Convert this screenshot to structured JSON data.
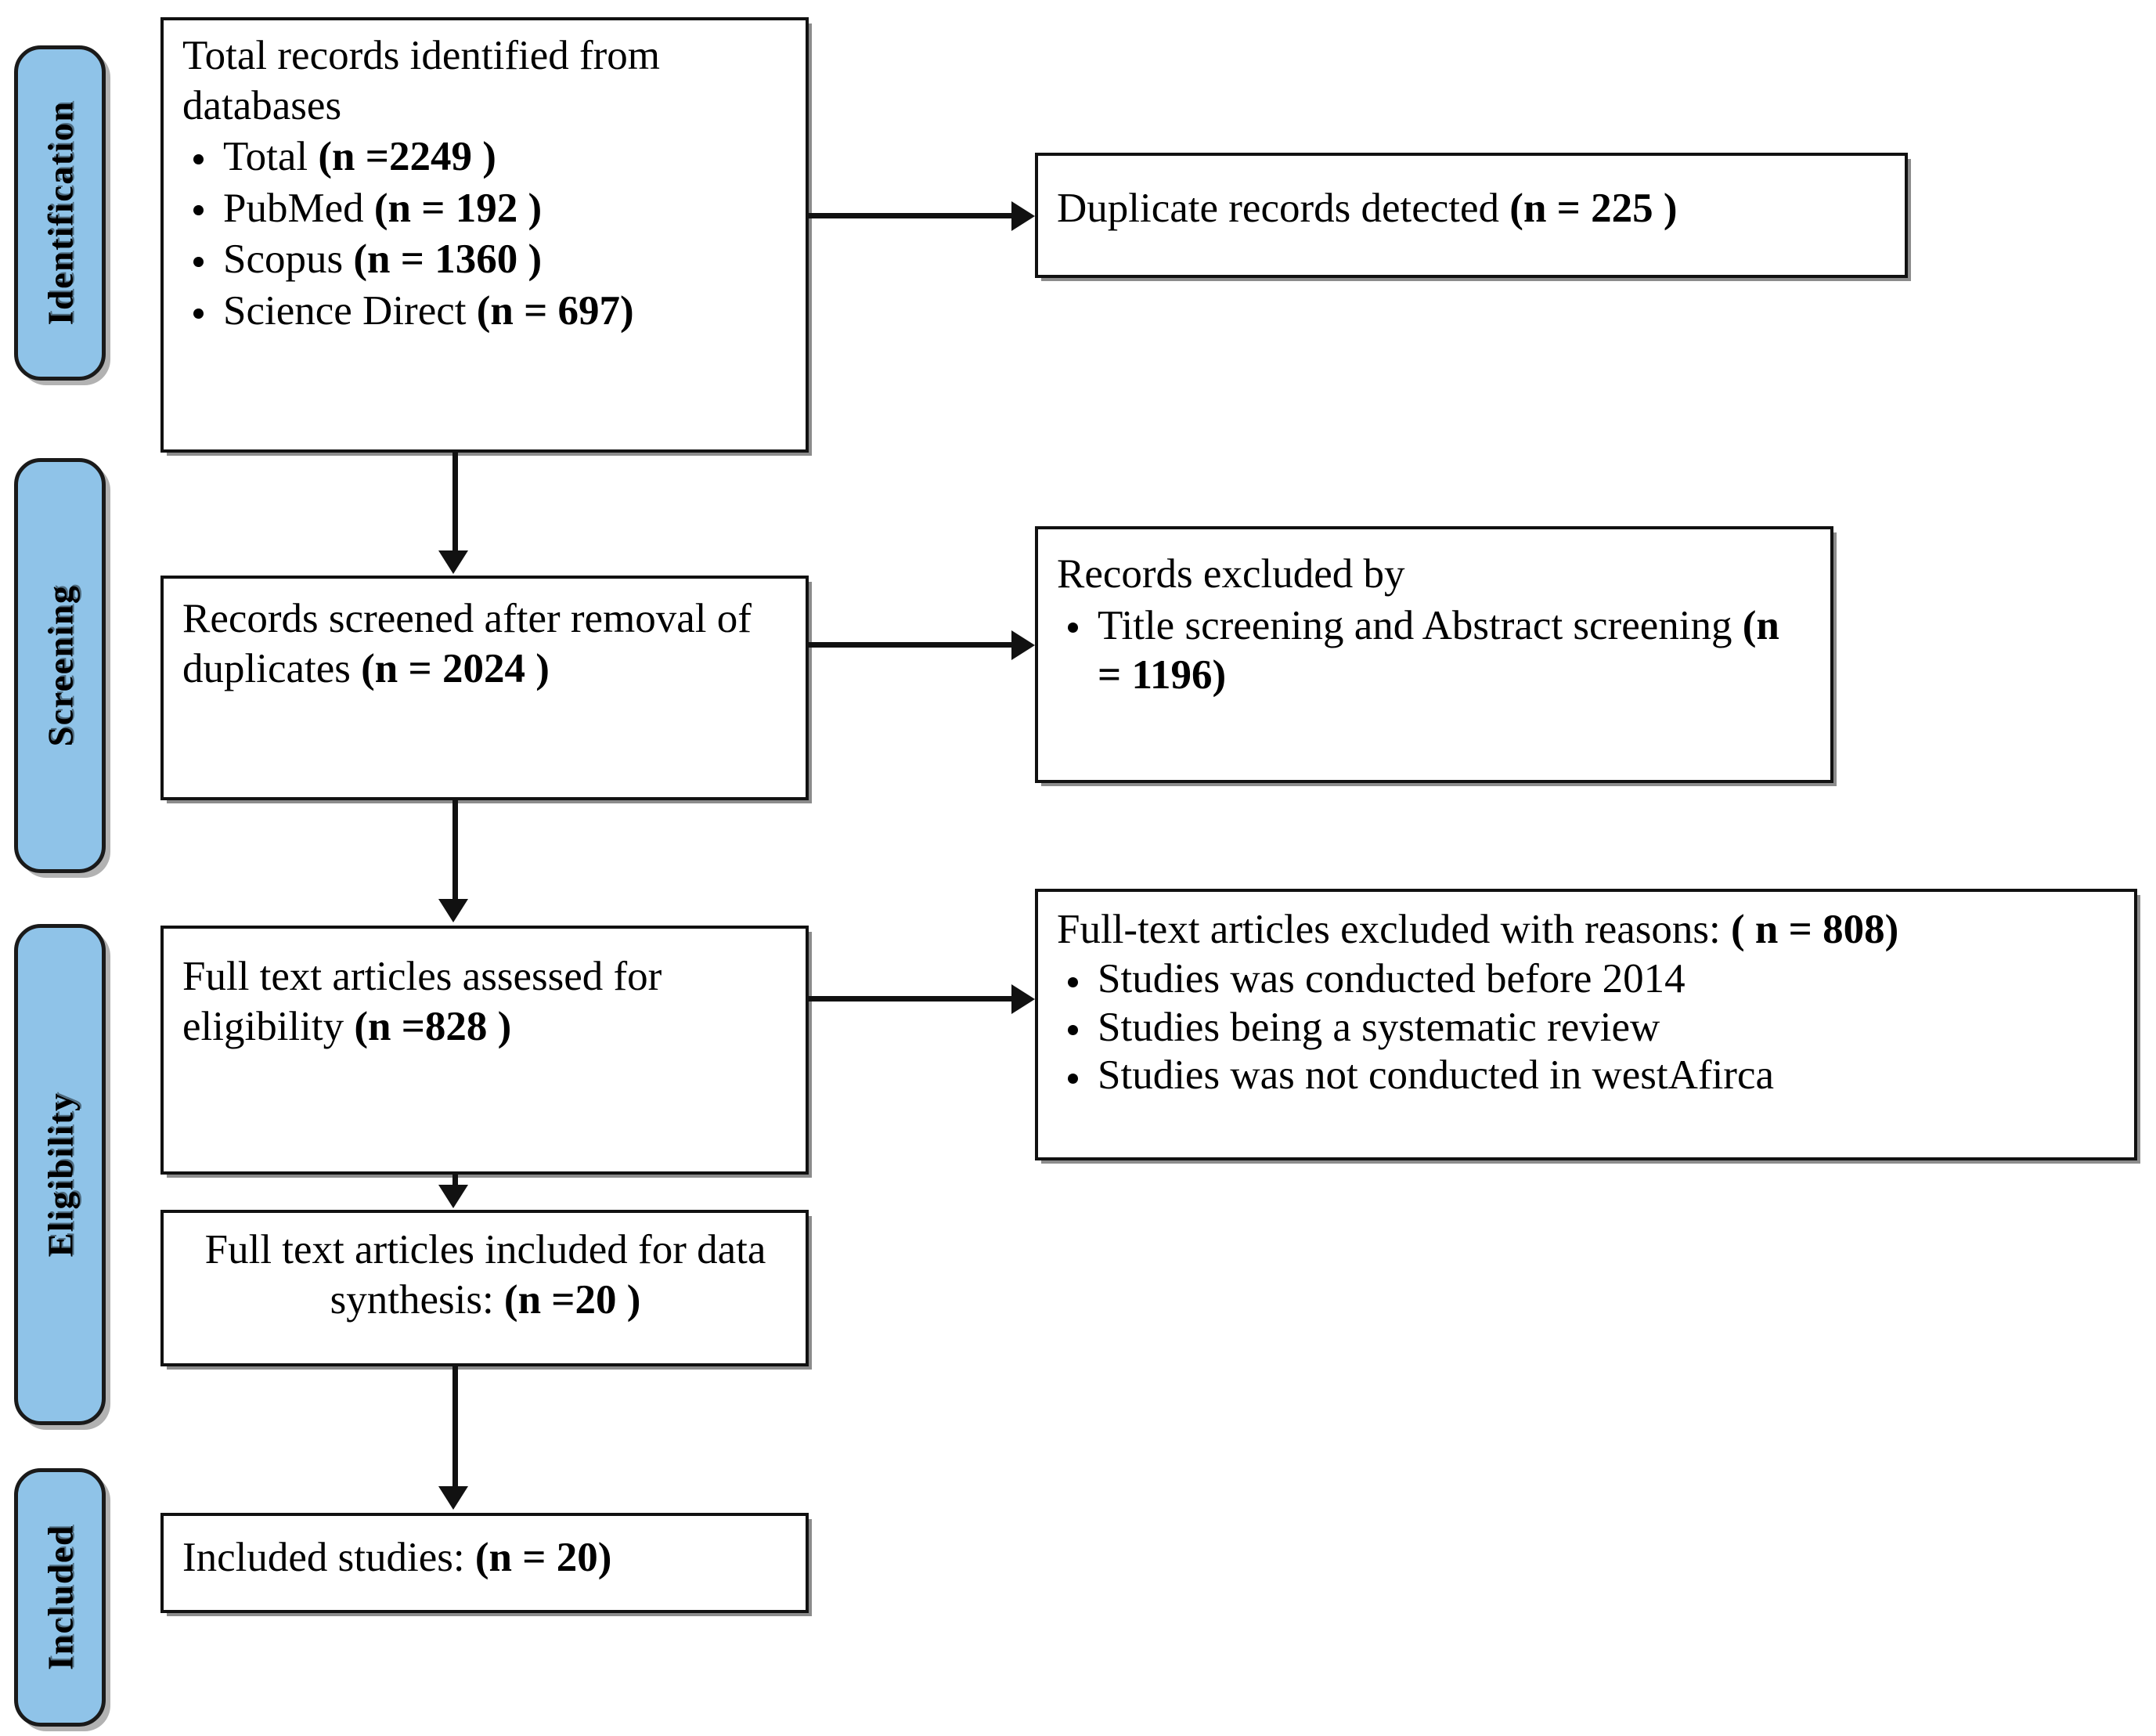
{
  "diagram": {
    "title": "PRISMA study selection flow diagram",
    "accent_color": "#8FC3E8",
    "line_color": "#111111"
  },
  "stages": [
    {
      "id": "identification",
      "label": "Identification"
    },
    {
      "id": "screening",
      "label": "Screening"
    },
    {
      "id": "eligibility",
      "label": "Eligibility"
    },
    {
      "id": "included",
      "label": "Included"
    }
  ],
  "main_flow": [
    {
      "id": "records-identified",
      "lead": "Total records identified from databases",
      "bullets": [
        {
          "text": "Total ",
          "count": "(n =2249 )"
        },
        {
          "text": "PubMed ",
          "count": "(n = 192 )"
        },
        {
          "text": "Scopus ",
          "count": "(n = 1360 )"
        },
        {
          "text": "Science Direct ",
          "count": "(n = 697)"
        }
      ]
    },
    {
      "id": "records-screened",
      "lead": "Records screened after removal of duplicates ",
      "count": "(n = 2024 )"
    },
    {
      "id": "fulltext-assessed",
      "lead": "Full text articles assessed for eligibility ",
      "count": "(n =828 )"
    },
    {
      "id": "fulltext-included",
      "lead": "Full text articles included for data synthesis: ",
      "count": "(n =20 )"
    },
    {
      "id": "included-studies",
      "lead": "Included studies: ",
      "count": "(n = 20)"
    }
  ],
  "side_flow": [
    {
      "id": "duplicates-detected",
      "lead": "Duplicate records detected ",
      "count": "(n = 225 )"
    },
    {
      "id": "records-excluded",
      "lead": "Records excluded by",
      "bullets": [
        {
          "text": "Title screening and Abstract screening ",
          "count": "(n = 1196)"
        }
      ]
    },
    {
      "id": "fulltext-excluded",
      "lead": "Full-text articles excluded with reasons: ",
      "count": "( n = 808)",
      "bullets": [
        {
          "text": "Studies was conducted before 2014",
          "count": ""
        },
        {
          "text": "Studies being a systematic review",
          "count": ""
        },
        {
          "text": "Studies was not conducted in westAfirca",
          "count": ""
        }
      ]
    }
  ]
}
